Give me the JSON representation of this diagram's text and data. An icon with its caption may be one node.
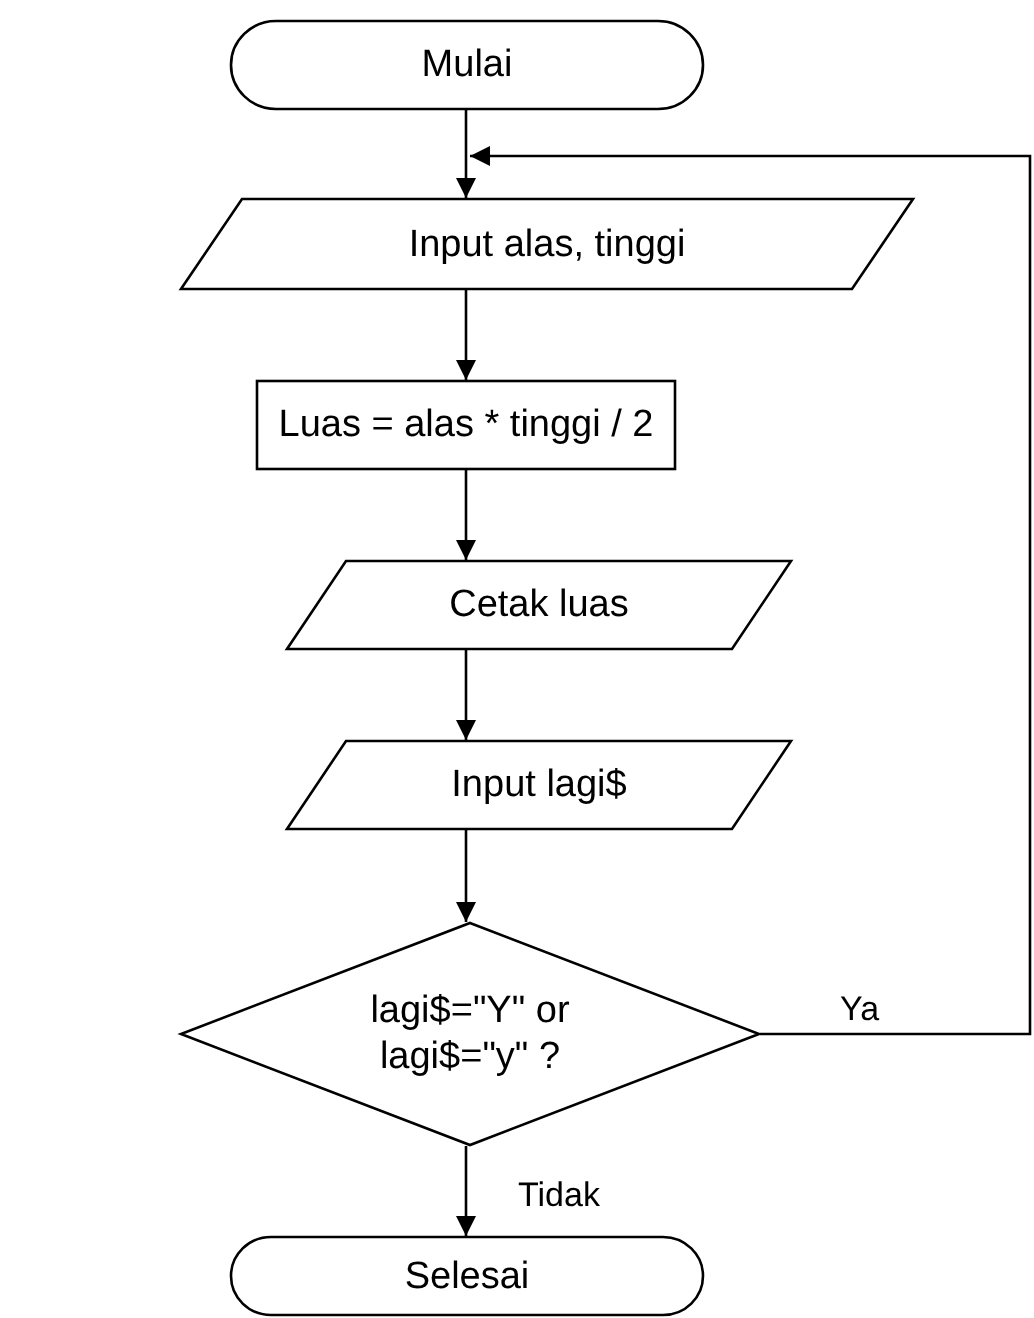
{
  "diagram": {
    "nodes": [
      {
        "text": [
          "Mulai"
        ]
      },
      {
        "text": [
          "Input alas, tinggi"
        ]
      },
      {
        "text": [
          "Luas = alas * tinggi / 2"
        ]
      },
      {
        "text": [
          "Cetak luas"
        ]
      },
      {
        "text": [
          "Input lagi$"
        ]
      },
      {
        "text": [
          "lagi$=\"Y\" or lagi$=\"y\" ?"
        ]
      },
      {
        "text": [
          "Selesai"
        ]
      }
    ],
    "edges": [
      {
        "from": 0,
        "to": 1,
        "arrow": "to"
      },
      {
        "from": 1,
        "to": 2,
        "arrow": "to"
      },
      {
        "from": 2,
        "to": 3,
        "arrow": "to"
      },
      {
        "from": 3,
        "to": 4,
        "arrow": "to"
      },
      {
        "from": 4,
        "to": 5,
        "arrow": "to"
      },
      {
        "from": 5,
        "to": 6,
        "label": "Tidak",
        "arrow": "to"
      },
      {
        "from": 5,
        "to": 1,
        "label": "Ya",
        "arrow": "to"
      }
    ]
  }
}
